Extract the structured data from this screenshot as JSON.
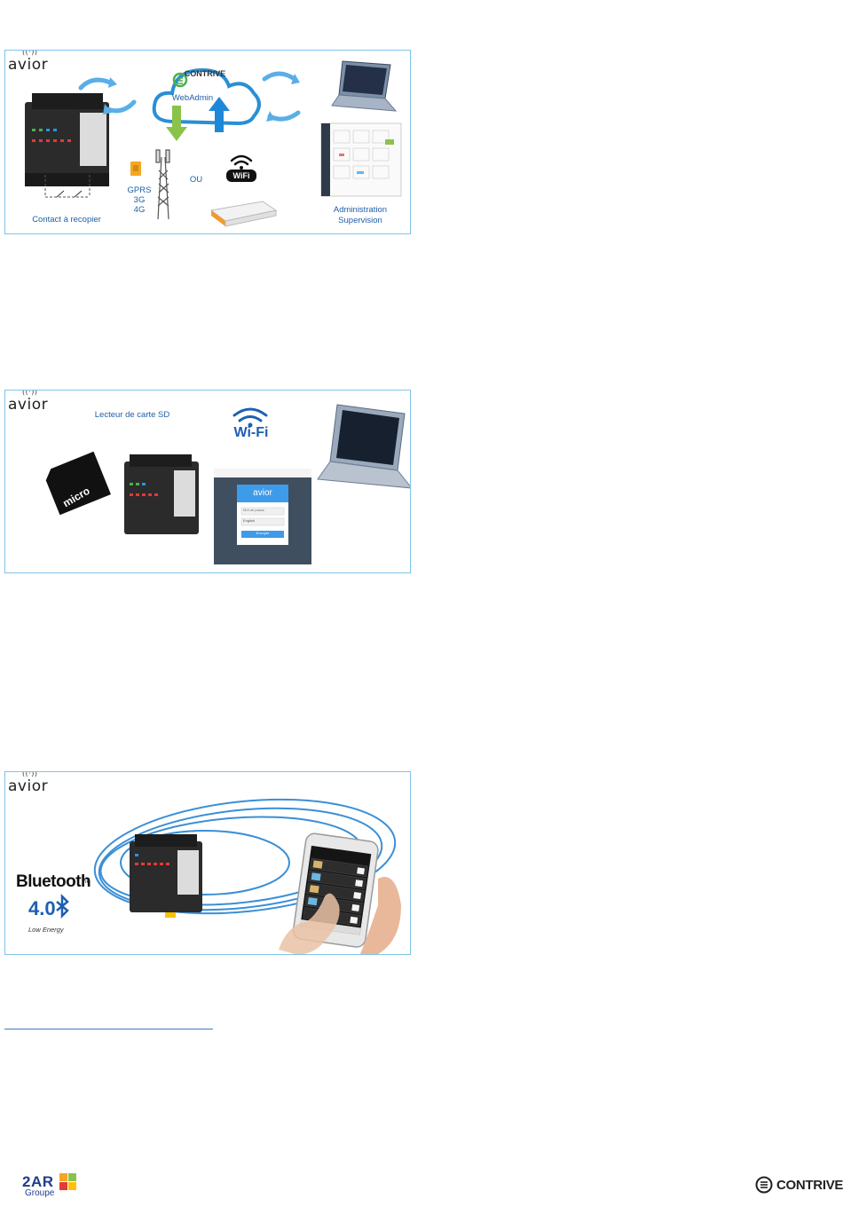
{
  "panel1": {
    "brand": "avior",
    "cloud_logo": "CONTRIVE",
    "cloud_label": "WebAdmin",
    "network_labels": [
      "GPRS",
      "3G",
      "4G"
    ],
    "or_label": "OU",
    "wifi_badge": "WiFi",
    "contact_label": "Contact à recopier",
    "admin_label_1": "Administration",
    "admin_label_2": "Supervision",
    "colors": {
      "green_arrow": "#8bc34a",
      "blue_arrow": "#1e88d8",
      "cloud_outline": "#2a8fd4",
      "label": "#1f5fa8"
    }
  },
  "panel2": {
    "brand": "avior",
    "sd_title": "Lecteur de carte SD",
    "wifi_text": "Wi-Fi",
    "sd_card_text": "micro",
    "login_brand": "avior",
    "login_field_1": "Mot de passe",
    "login_field_2": "English",
    "login_button": "Envoyer"
  },
  "panel3": {
    "brand": "avior",
    "bt_title": "Bluetooth",
    "bt_tm": "™",
    "bt_version": "4.0",
    "bt_sub": "Low Energy"
  },
  "footer": {
    "left_logo_1": "2AR",
    "left_logo_2": "Groupe",
    "right_logo": "CONTRIVE"
  }
}
